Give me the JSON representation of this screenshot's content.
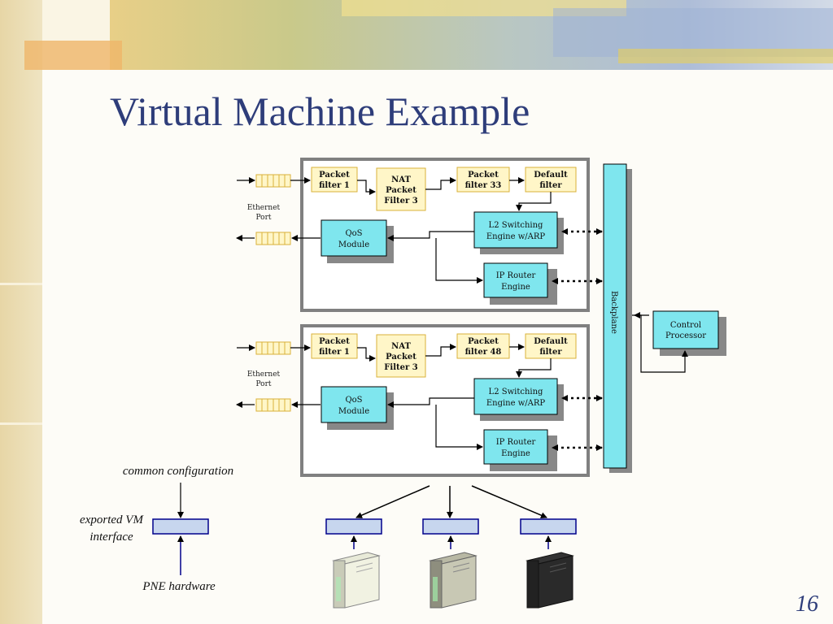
{
  "slide": {
    "title": "Virtual Machine Example",
    "page_number": "16"
  },
  "vm_top": {
    "port_label_1": "Ethernet",
    "port_label_2": "Port",
    "packet_filter_1": [
      "Packet",
      "filter 1"
    ],
    "nat": [
      "NAT",
      "Packet",
      "Filter 3"
    ],
    "packet_filter_n": [
      "Packet",
      "filter 33"
    ],
    "default_filter": [
      "Default",
      "filter"
    ],
    "l2": [
      "L2 Switching",
      "Engine w/ARP"
    ],
    "qos": [
      "QoS",
      "Module"
    ],
    "ip_router": [
      "IP Router",
      "Engine"
    ]
  },
  "vm_bottom": {
    "port_label_1": "Ethernet",
    "port_label_2": "Port",
    "packet_filter_1": [
      "Packet",
      "filter 1"
    ],
    "nat": [
      "NAT",
      "Packet",
      "Filter 3"
    ],
    "packet_filter_n": [
      "Packet",
      "filter 48"
    ],
    "default_filter": [
      "Default",
      "filter"
    ],
    "l2": [
      "L2 Switching",
      "Engine w/ARP"
    ],
    "qos": [
      "QoS",
      "Module"
    ],
    "ip_router": [
      "IP Router",
      "Engine"
    ]
  },
  "backplane": "Backplane",
  "control_processor": [
    "Control",
    "Processor"
  ],
  "legend": {
    "common_configuration": "common configuration",
    "exported_vm_interface": [
      "exported VM",
      "interface"
    ],
    "pne_hardware": "PNE hardware"
  },
  "colors": {
    "title": "#2e3d7a",
    "filter_fill": "#fff6c8",
    "filter_border": "#d9b13a",
    "cyan_fill": "#7fe6ee",
    "interface_fill": "#c7d6ee",
    "frame": "#808080"
  }
}
